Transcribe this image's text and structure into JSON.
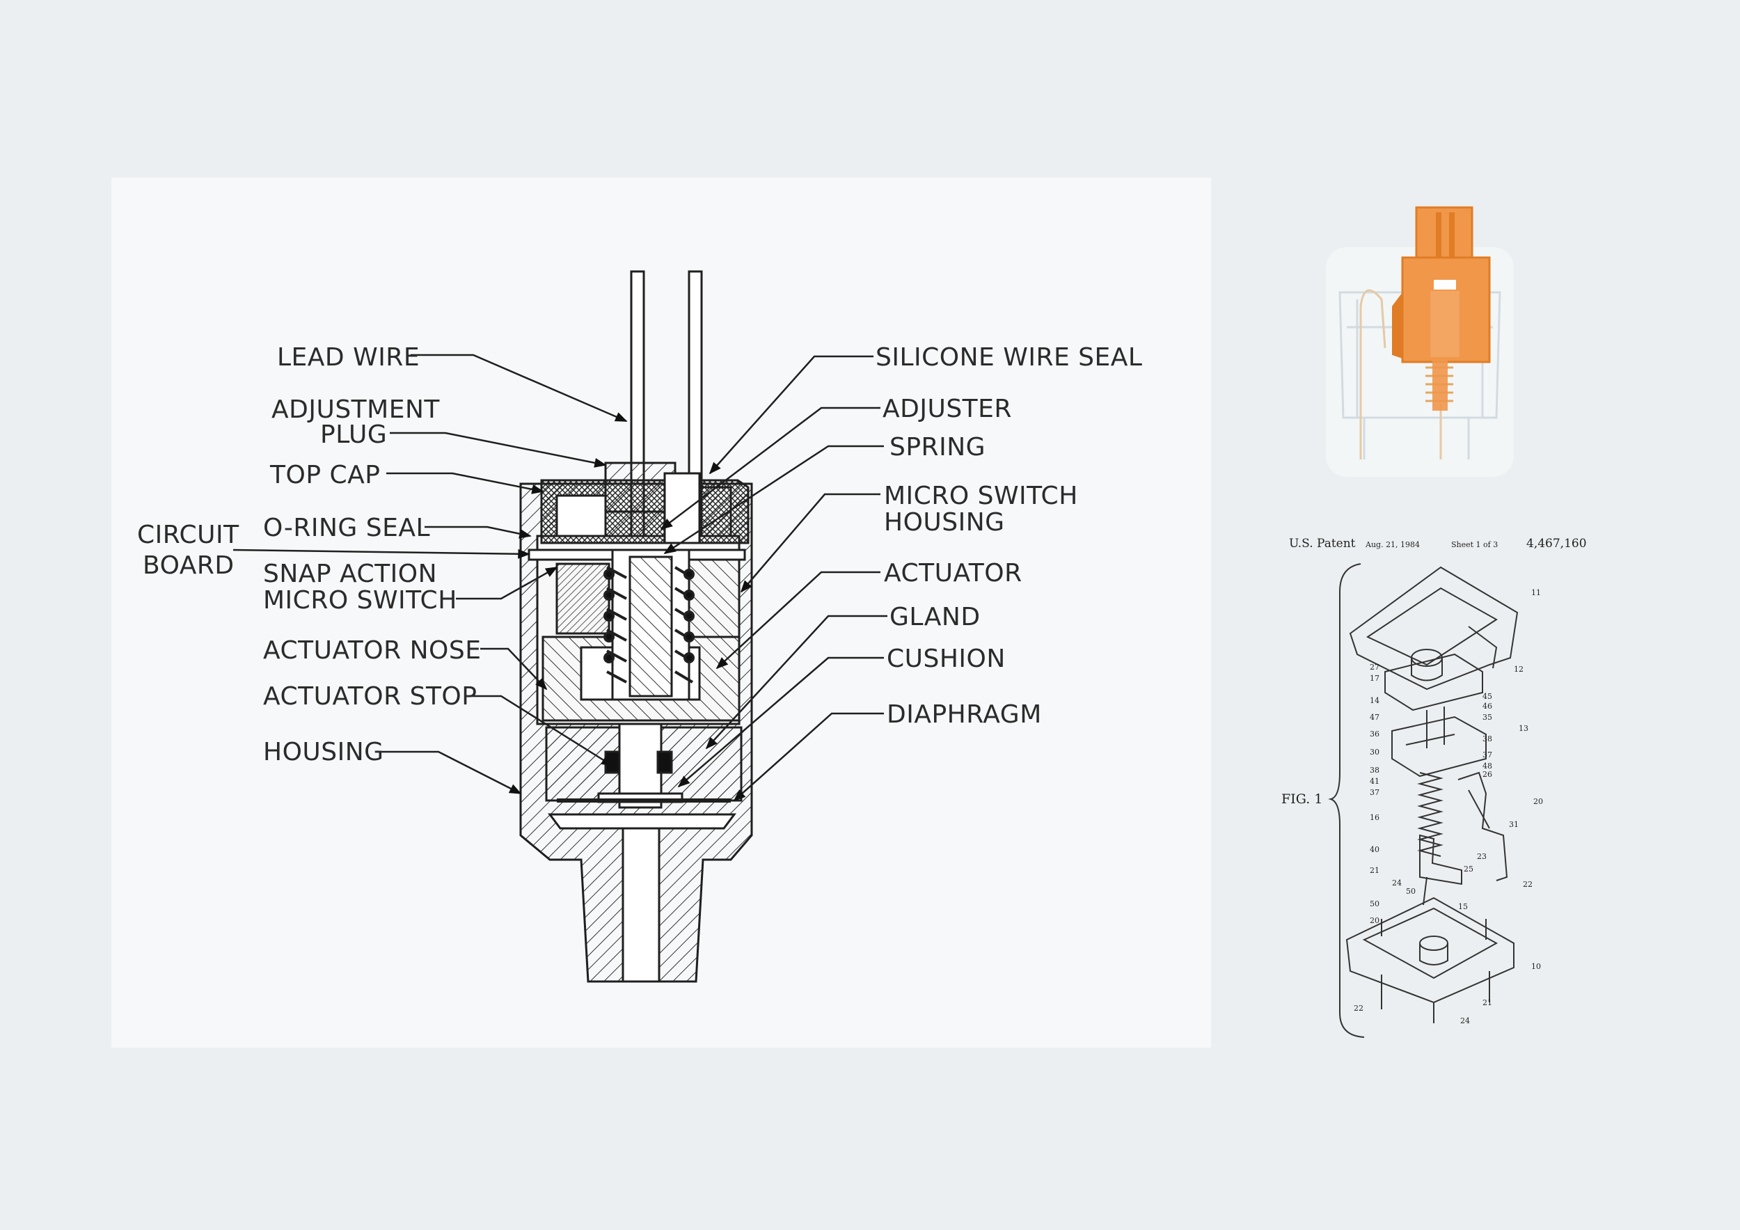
{
  "diagram_labels": {
    "lead_wire": "LEAD WIRE",
    "adjustment_plug_1": "ADJUSTMENT",
    "adjustment_plug_2": "PLUG",
    "top_cap": "TOP CAP",
    "circuit_board_1": "CIRCUIT",
    "circuit_board_2": "BOARD",
    "o_ring_seal": "O-RING SEAL",
    "snap_action_1": "SNAP ACTION",
    "snap_action_2": "MICRO SWITCH",
    "actuator_nose": "ACTUATOR NOSE",
    "actuator_stop": "ACTUATOR STOP",
    "housing": "HOUSING",
    "silicone_wire_seal": "SILICONE WIRE SEAL",
    "adjuster": "ADJUSTER",
    "spring": "SPRING",
    "micro_switch_housing_1": "MICRO SWITCH",
    "micro_switch_housing_2": "HOUSING",
    "actuator": "ACTUATOR",
    "gland": "GLAND",
    "cushion": "CUSHION",
    "diaphragm": "DIAPHRAGM"
  },
  "patent": {
    "office": "U.S. Patent",
    "date": "Aug. 21, 1984",
    "sheet": "Sheet 1 of 3",
    "number": "4,467,160",
    "figure": "FIG. 1",
    "refs": [
      "11",
      "12",
      "27",
      "17",
      "14",
      "45",
      "46",
      "35",
      "47",
      "13",
      "36",
      "38",
      "30",
      "37",
      "38",
      "41",
      "37",
      "26",
      "48",
      "16",
      "20",
      "31",
      "40",
      "23",
      "25",
      "21",
      "24",
      "22",
      "50",
      "15",
      "20",
      "50",
      "10",
      "22",
      "21",
      "24"
    ]
  },
  "colors": {
    "switch_orange": "#f0974a",
    "switch_orange_dark": "#e07c25",
    "line": "#1f1f1f"
  }
}
